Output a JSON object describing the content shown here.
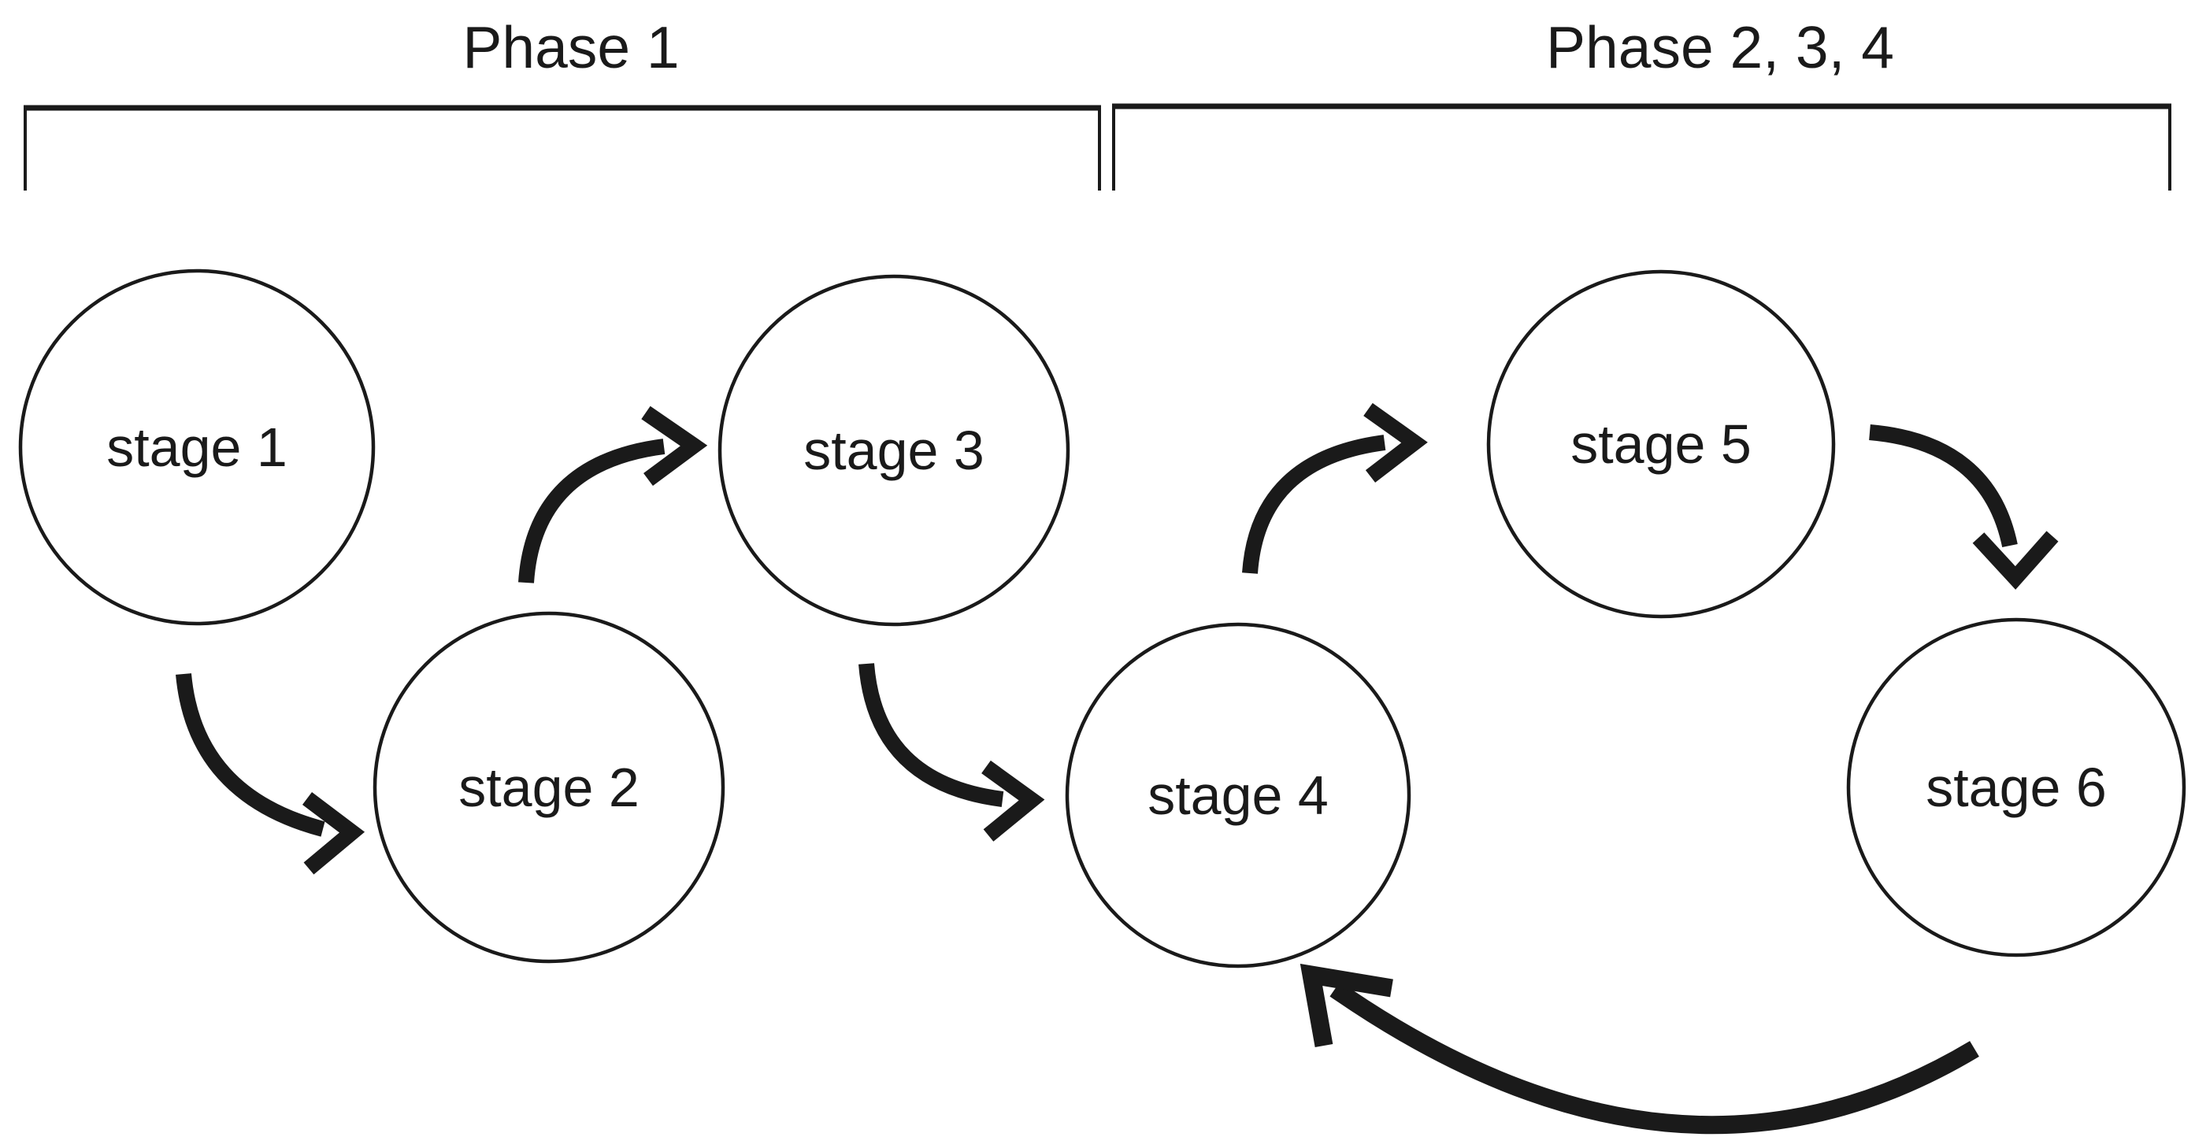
{
  "colors": {
    "background": "#ffffff",
    "ink": "#1a1a1a"
  },
  "phases": [
    {
      "label": "Phase 1"
    },
    {
      "label": "Phase 2, 3, 4"
    }
  ],
  "stages": [
    {
      "label": "stage 1"
    },
    {
      "label": "stage 2"
    },
    {
      "label": "stage 3"
    },
    {
      "label": "stage 4"
    },
    {
      "label": "stage 5"
    },
    {
      "label": "stage 6"
    }
  ],
  "arrows": [
    {
      "name": "stage1-to-stage2"
    },
    {
      "name": "stage2-to-stage3"
    },
    {
      "name": "stage3-to-stage4"
    },
    {
      "name": "stage4-to-stage5"
    },
    {
      "name": "stage5-to-stage6"
    },
    {
      "name": "stage6-back-to-stage4"
    }
  ]
}
